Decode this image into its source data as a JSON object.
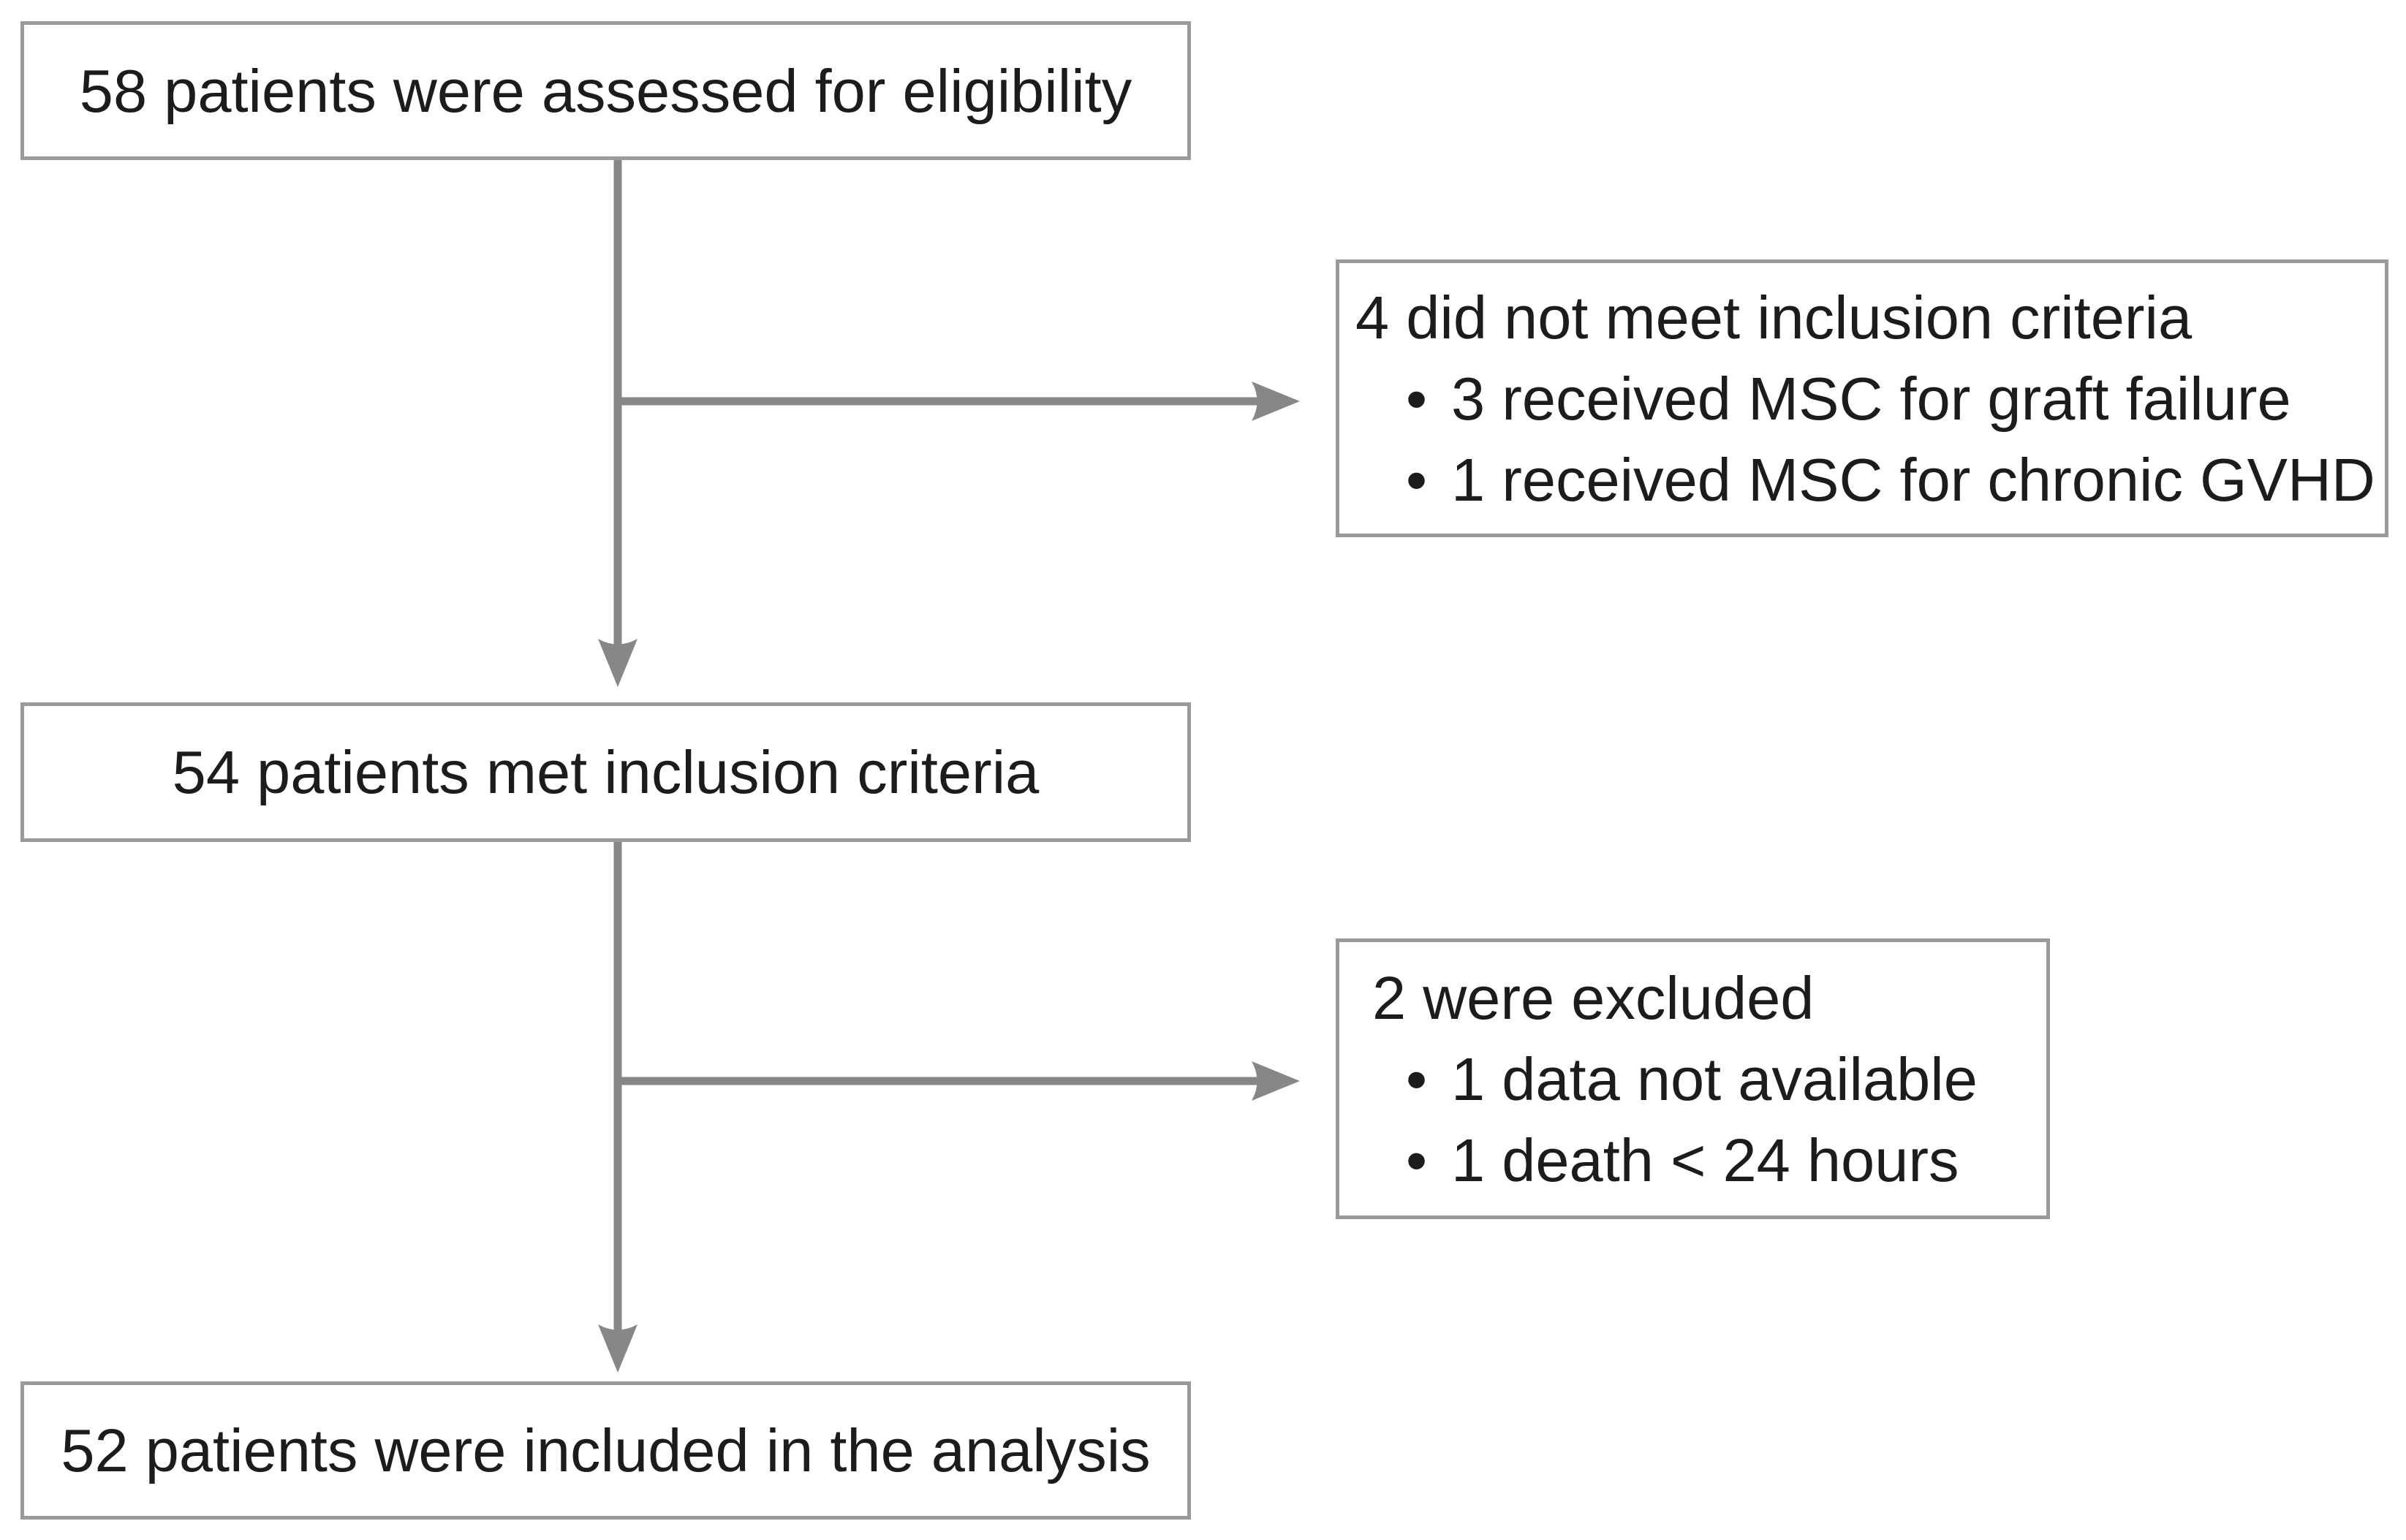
{
  "diagram": {
    "type": "patient-flow-consort",
    "bullet_char": "•",
    "nodes": {
      "assessed": {
        "label": "58 patients were assessed for eligibility"
      },
      "not_met": {
        "heading": "4 did not meet inclusion criteria",
        "bullets": [
          "3 received MSC for graft failure",
          "1 received MSC for chronic GVHD"
        ]
      },
      "met": {
        "label": "54 patients met inclusion criteria"
      },
      "excluded": {
        "heading": "2 were excluded",
        "bullets": [
          "1 data not available",
          "1 death < 24 hours"
        ]
      },
      "analyzed": {
        "label": "52 patients were included in the analysis"
      }
    },
    "edges": [
      {
        "from": "assessed",
        "to": "met"
      },
      {
        "from": "assessed",
        "to": "not_met"
      },
      {
        "from": "met",
        "to": "analyzed"
      },
      {
        "from": "met",
        "to": "excluded"
      }
    ]
  },
  "colors": {
    "arrow": "#878787",
    "box_border": "#9a9a9a",
    "text": "#1c1c1c",
    "background": "#ffffff"
  }
}
